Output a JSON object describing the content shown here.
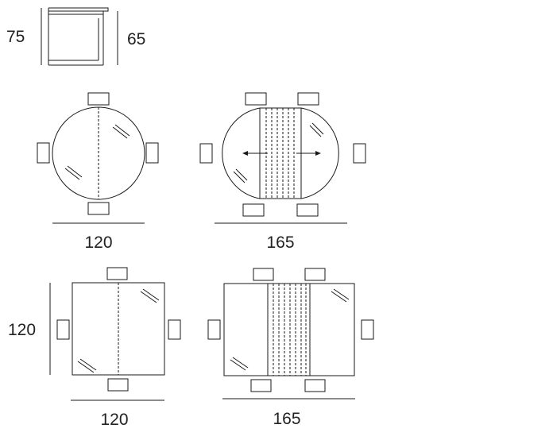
{
  "side_view": {
    "height_label": "75",
    "inner_height_label": "65"
  },
  "round_table": {
    "width_label": "120"
  },
  "round_table_extended": {
    "width_label": "165"
  },
  "square_table": {
    "width_label": "120",
    "depth_label": "120"
  },
  "rect_table_extended": {
    "width_label": "165"
  },
  "colors": {
    "line": "#1a1a1a",
    "text": "#222222"
  }
}
